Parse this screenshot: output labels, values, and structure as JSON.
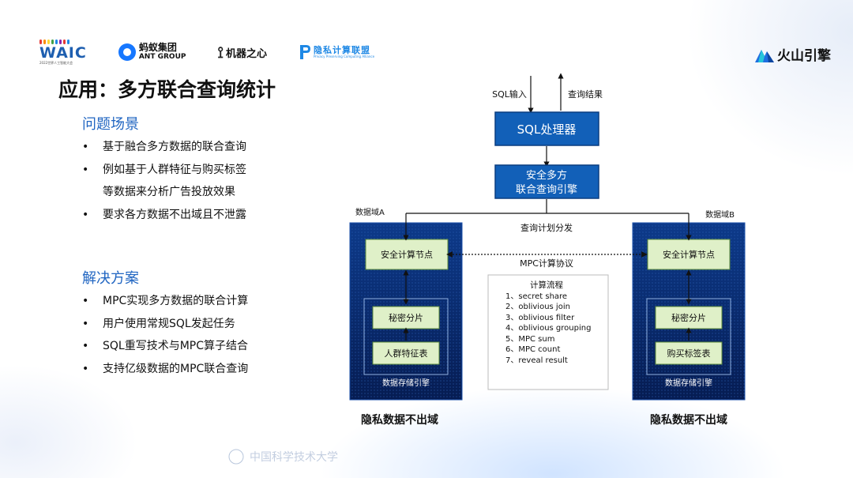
{
  "logos": {
    "waic": {
      "text": "WAIC",
      "sub": "2022世界人工智能大会"
    },
    "ant": {
      "cn": "蚂蚁集团",
      "en": "ANT GROUP"
    },
    "jiqi": {
      "cn": "机器之心"
    },
    "yinsi": {
      "cn": "隐私计算联盟",
      "en": "Privacy Preserving Computing Alliance"
    },
    "volc": {
      "cn": "火山引擎"
    }
  },
  "slide": {
    "title": "应用：多方联合查询统计",
    "problem": {
      "heading": "问题场景",
      "bullets": [
        "基于融合多方数据的联合查询",
        "例如基于人群特征与购买标签",
        "等数据来分析广告投放效果",
        "要求各方数据不出域且不泄露"
      ]
    },
    "solution": {
      "heading": "解决方案",
      "bullets": [
        "MPC实现多方数据的联合计算",
        "用户使用常规SQL发起任务",
        "SQL重写技术与MPC算子结合",
        "支持亿级数据的MPC联合查询"
      ]
    }
  },
  "diagram": {
    "sql_input": "SQL输入",
    "query_result": "查询结果",
    "sql_processor": "SQL处理器",
    "engine_line1": "安全多方",
    "engine_line2": "联合查询引擎",
    "plan_dispatch": "查询计划分发",
    "domain_a": "数据域A",
    "domain_b": "数据域B",
    "mpc_protocol": "MPC计算协议",
    "secure_node": "安全计算节点",
    "secret_share_box": "秘密分片",
    "table_a": "人群特征表",
    "table_b": "购买标签表",
    "storage": "数据存储引擎",
    "privacy_label": "隐私数据不出域",
    "flow_title": "计算流程",
    "flow_steps": [
      "1、secret share",
      "2、oblivious join",
      "3、oblivious filter",
      "4、oblivious grouping",
      "5、MPC sum",
      "6、MPC count",
      "7、reveal result"
    ]
  },
  "watermark": "中国科学技术大学",
  "colors": {
    "accent": "#2166c2",
    "panel_dark": "#0a2a6e",
    "box_blue": "#1260b8",
    "box_green": "#dff0c8"
  }
}
